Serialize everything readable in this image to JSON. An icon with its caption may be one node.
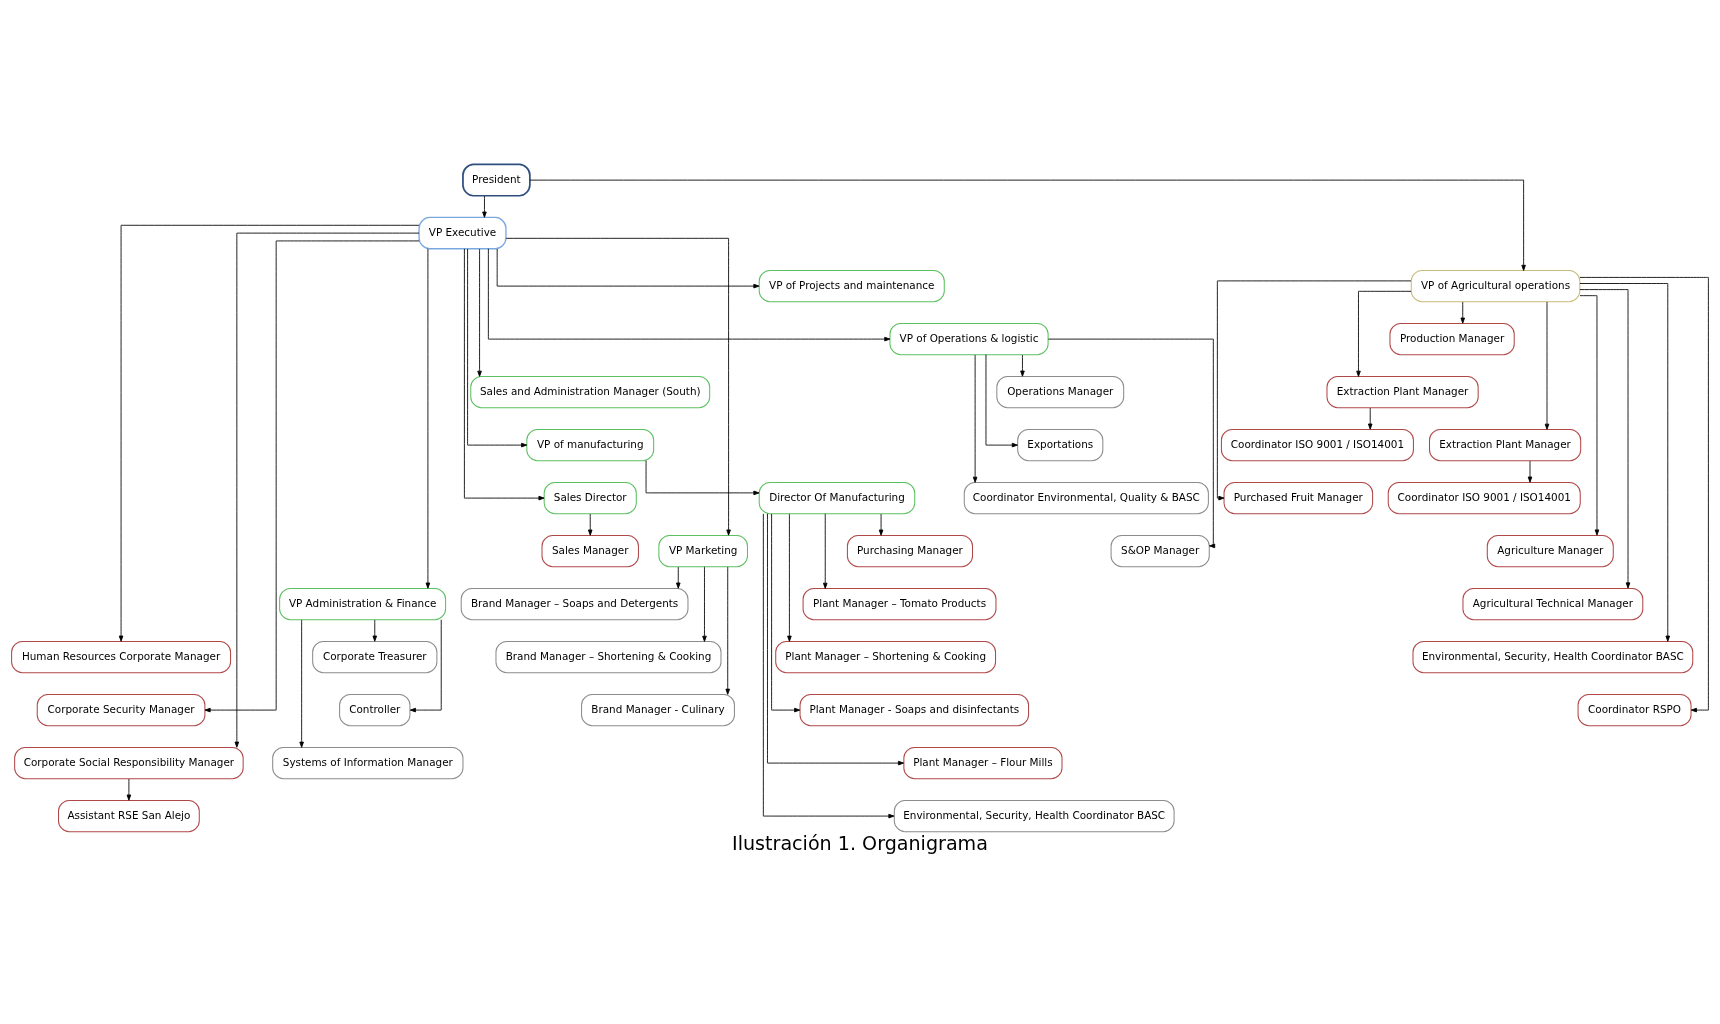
{
  "diagram": {
    "caption": "Ilustración 1. Organigrama",
    "nodes": [
      {
        "text": [
          "President"
        ]
      },
      {
        "text": [
          "VP Executive"
        ]
      },
      {
        "text": [
          "VP of Projects and maintenance"
        ]
      },
      {
        "text": [
          "VP of Operations & logistic"
        ]
      },
      {
        "text": [
          "Sales and Administration Manager (South)"
        ]
      },
      {
        "text": [
          "VP of manufacturing"
        ]
      },
      {
        "text": [
          "Director Of Manufacturing"
        ]
      },
      {
        "text": [
          "Purchasing Manager"
        ]
      },
      {
        "text": [
          "Plant Manager – Tomato Products"
        ]
      },
      {
        "text": [
          "Plant Manager – Shortening & Cooking"
        ]
      },
      {
        "text": [
          "Plant Manager - Soaps and disinfectants"
        ]
      },
      {
        "text": [
          "Plant Manager – Flour Mills"
        ]
      },
      {
        "text": [
          "Environmental, Security, Health Coordinator BASC"
        ]
      },
      {
        "text": [
          "Sales Director"
        ]
      },
      {
        "text": [
          "Sales Manager"
        ]
      },
      {
        "text": [
          "Operations Manager"
        ]
      },
      {
        "text": [
          "Exportations"
        ]
      },
      {
        "text": [
          "Coordinator Environmental, Quality & BASC"
        ]
      },
      {
        "text": [
          "S&OP Manager"
        ]
      },
      {
        "text": [
          "VP Marketing"
        ]
      },
      {
        "text": [
          "Brand Manager – Soaps and Detergents"
        ]
      },
      {
        "text": [
          "Brand Manager – Shortening & Cooking"
        ]
      },
      {
        "text": [
          "Brand Manager - Culinary"
        ]
      },
      {
        "text": [
          "VP Administration & Finance"
        ]
      },
      {
        "text": [
          "Corporate Treasurer"
        ]
      },
      {
        "text": [
          "Controller"
        ]
      },
      {
        "text": [
          "Systems of Information Manager"
        ]
      },
      {
        "text": [
          "Human Resources Corporate Manager"
        ]
      },
      {
        "text": [
          "Corporate Social Responsibility Manager"
        ]
      },
      {
        "text": [
          "Assistant RSE San Alejo"
        ]
      },
      {
        "text": [
          "Corporate Security Manager"
        ]
      },
      {
        "text": [
          "VP of Agricultural operations"
        ]
      },
      {
        "text": [
          "Production Manager"
        ]
      },
      {
        "text": [
          "Extraction Plant Manager"
        ]
      },
      {
        "text": [
          "Coordinator ISO 9001 / ISO14001"
        ]
      },
      {
        "text": [
          "Extraction Plant Manager"
        ]
      },
      {
        "text": [
          "Coordinator ISO 9001 / ISO14001"
        ]
      },
      {
        "text": [
          "Purchased Fruit Manager"
        ]
      },
      {
        "text": [
          "Agriculture Manager"
        ]
      },
      {
        "text": [
          "Agricultural Technical Manager"
        ]
      },
      {
        "text": [
          "Environmental, Security, Health Coordinator BASC"
        ]
      },
      {
        "text": [
          "Coordinator RSPO"
        ]
      }
    ],
    "edges": [
      {
        "from": 0,
        "to": 1,
        "arrow": "to"
      },
      {
        "from": 0,
        "to": 31,
        "arrow": "to"
      },
      {
        "from": 1,
        "to": 2,
        "arrow": "to"
      },
      {
        "from": 1,
        "to": 3,
        "arrow": "to"
      },
      {
        "from": 1,
        "to": 4,
        "arrow": "to"
      },
      {
        "from": 1,
        "to": 5,
        "arrow": "to"
      },
      {
        "from": 1,
        "to": 13,
        "arrow": "to"
      },
      {
        "from": 1,
        "to": 19,
        "arrow": "to"
      },
      {
        "from": 1,
        "to": 23,
        "arrow": "to"
      },
      {
        "from": 1,
        "to": 27,
        "arrow": "to"
      },
      {
        "from": 1,
        "to": 30,
        "arrow": "to"
      },
      {
        "from": 1,
        "to": 28,
        "arrow": "to"
      },
      {
        "from": 5,
        "to": 6,
        "arrow": "to"
      },
      {
        "from": 6,
        "to": 7,
        "arrow": "to"
      },
      {
        "from": 6,
        "to": 8,
        "arrow": "to"
      },
      {
        "from": 6,
        "to": 9,
        "arrow": "to"
      },
      {
        "from": 6,
        "to": 10,
        "arrow": "to"
      },
      {
        "from": 6,
        "to": 11,
        "arrow": "to"
      },
      {
        "from": 6,
        "to": 12,
        "arrow": "to"
      },
      {
        "from": 13,
        "to": 14,
        "arrow": "to"
      },
      {
        "from": 3,
        "to": 15,
        "arrow": "to"
      },
      {
        "from": 3,
        "to": 16,
        "arrow": "to"
      },
      {
        "from": 3,
        "to": 17,
        "arrow": "to"
      },
      {
        "from": 3,
        "to": 18,
        "arrow": "to"
      },
      {
        "from": 19,
        "to": 20,
        "arrow": "to"
      },
      {
        "from": 19,
        "to": 21,
        "arrow": "to"
      },
      {
        "from": 19,
        "to": 22,
        "arrow": "to"
      },
      {
        "from": 23,
        "to": 24,
        "arrow": "to"
      },
      {
        "from": 23,
        "to": 25,
        "arrow": "to"
      },
      {
        "from": 23,
        "to": 26,
        "arrow": "to"
      },
      {
        "from": 28,
        "to": 29,
        "arrow": "to"
      },
      {
        "from": 31,
        "to": 32,
        "arrow": "to"
      },
      {
        "from": 31,
        "to": 33,
        "arrow": "to"
      },
      {
        "from": 33,
        "to": 34,
        "arrow": "to"
      },
      {
        "from": 31,
        "to": 35,
        "arrow": "to"
      },
      {
        "from": 35,
        "to": 36,
        "arrow": "to"
      },
      {
        "from": 31,
        "to": 37,
        "arrow": "to"
      },
      {
        "from": 31,
        "to": 38,
        "arrow": "to"
      },
      {
        "from": 31,
        "to": 39,
        "arrow": "to"
      },
      {
        "from": 31,
        "to": 40,
        "arrow": "to"
      },
      {
        "from": 31,
        "to": 41,
        "arrow": "to"
      }
    ]
  }
}
